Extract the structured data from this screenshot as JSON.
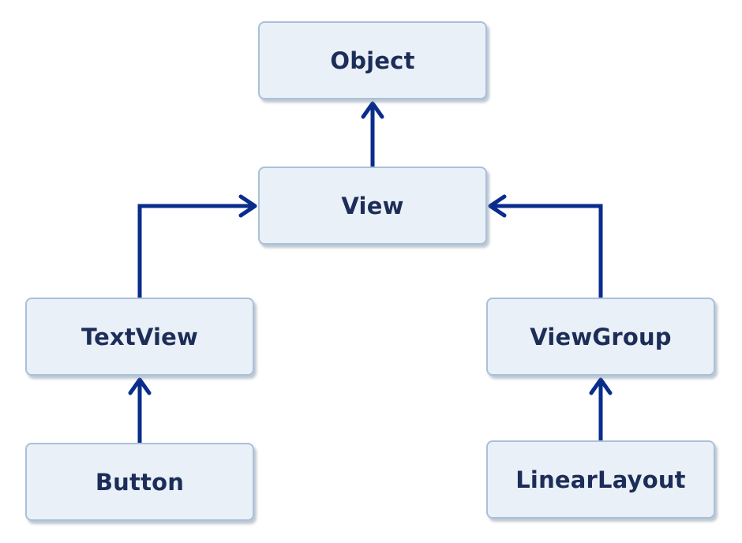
{
  "diagram": {
    "nodes": {
      "object": "Object",
      "view": "View",
      "textview": "TextView",
      "viewgroup": "ViewGroup",
      "button": "Button",
      "linearlayout": "LinearLayout"
    },
    "edges": [
      {
        "from": "view",
        "to": "object"
      },
      {
        "from": "textview",
        "to": "view"
      },
      {
        "from": "viewgroup",
        "to": "view"
      },
      {
        "from": "button",
        "to": "textview"
      },
      {
        "from": "linearlayout",
        "to": "viewgroup"
      }
    ],
    "colors": {
      "node_fill": "#eaf0f8",
      "node_border": "#a9c0db",
      "text": "#1c2d57",
      "arrow": "#0a2d8c"
    }
  }
}
